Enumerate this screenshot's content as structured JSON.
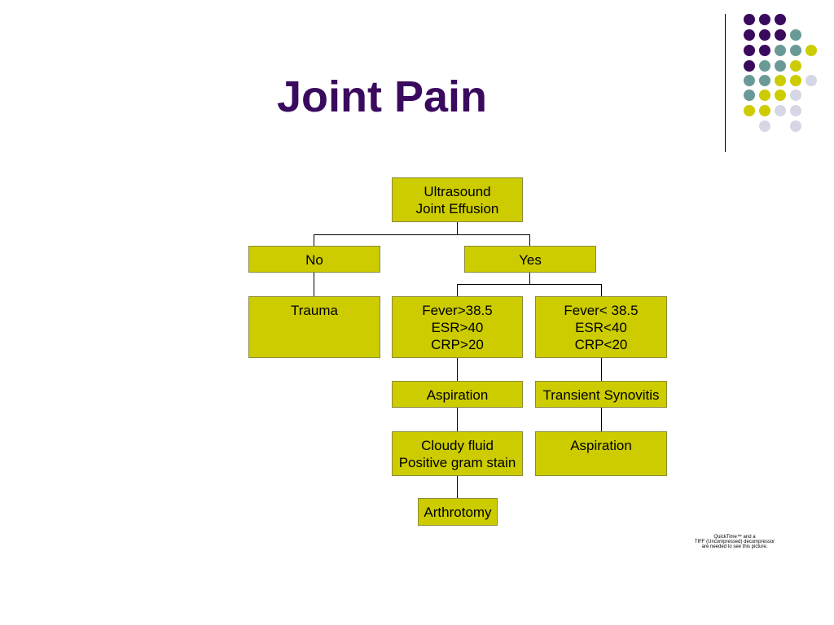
{
  "slide": {
    "title": "Joint Pain"
  },
  "palette": {
    "purple": "#3a0a5e",
    "teal": "#6a9a98",
    "olive": "#cccc00",
    "lavender": "#d6d6e6",
    "box_fill": "#cccc00"
  },
  "flowchart": {
    "root": [
      "Ultrasound",
      "Joint Effusion"
    ],
    "no": "No",
    "yes": "Yes",
    "trauma": "Trauma",
    "septic_criteria": [
      "Fever>38.5",
      "ESR>40",
      "CRP>20"
    ],
    "transient_criteria": [
      "Fever< 38.5",
      "ESR<40",
      "CRP<20"
    ],
    "aspiration_left": "Aspiration",
    "transient_synovitis": "Transient Synovitis",
    "cloudy_fluid": [
      "Cloudy fluid",
      "Positive gram stain"
    ],
    "aspiration_right": "Aspiration",
    "arthrotomy": "Arthrotomy"
  },
  "quicktime_notice": [
    "QuickTime™ and a",
    "TIFF (Uncompressed) decompressor",
    "are needed to see this picture."
  ]
}
